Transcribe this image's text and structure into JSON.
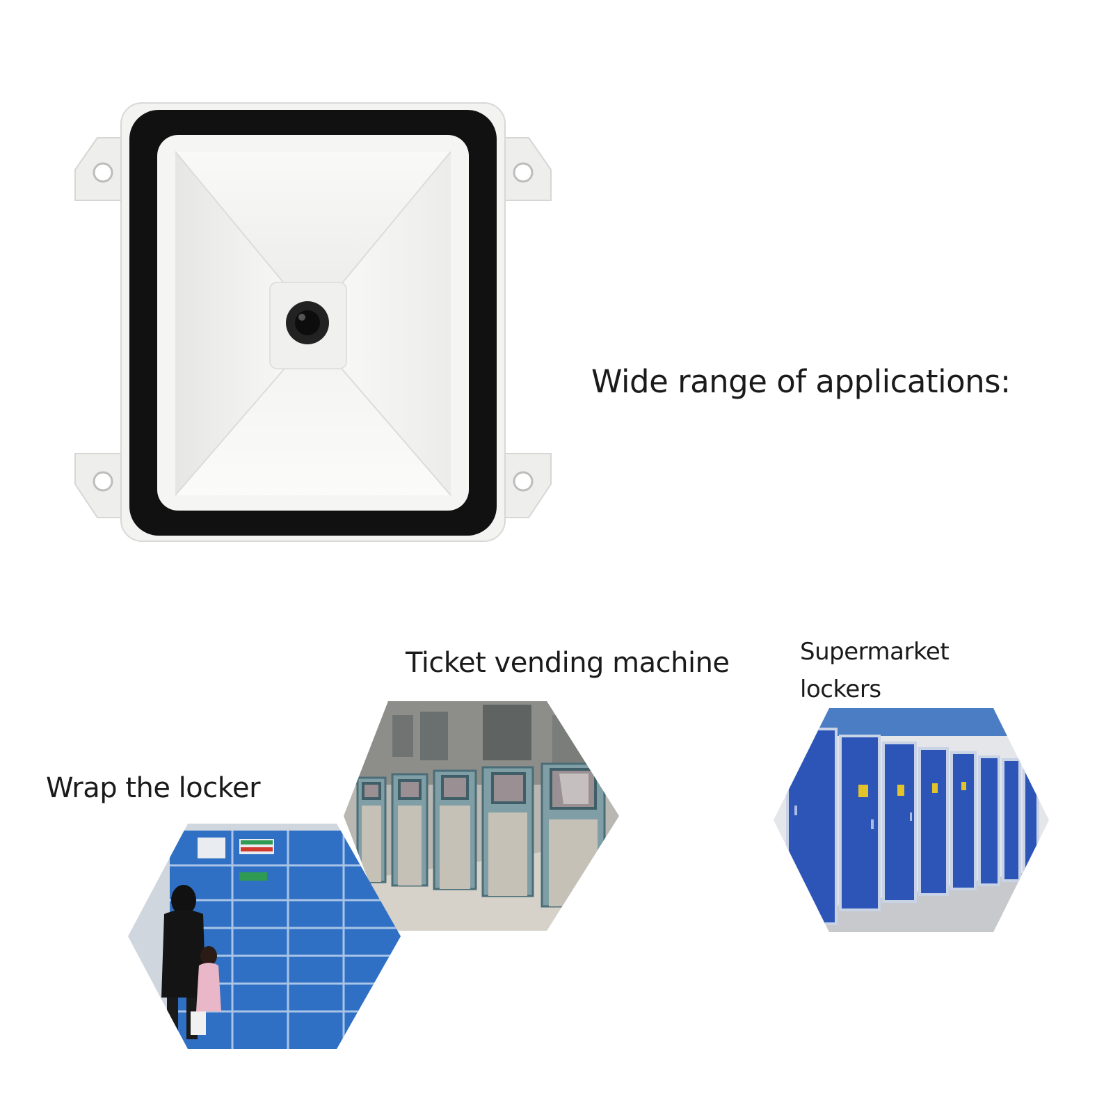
{
  "headline": "Wide range of applications:",
  "applications": [
    {
      "id": "ticket",
      "label": "Ticket vending machine"
    },
    {
      "id": "supermarket",
      "label_line1": "Supermarket",
      "label_line2": "lockers"
    },
    {
      "id": "wrap",
      "label": "Wrap the locker"
    }
  ],
  "colors": {
    "locker_blue": "#2d55b8",
    "scanner_body": "#f1f1ef",
    "scanner_bezel": "#111111",
    "kiosk_teal": "#4c7f8c"
  },
  "icons": {
    "product": "barcode-scanner-module",
    "ticket": "ticket-kiosk-photo",
    "supermarket": "locker-row-photo",
    "wrap": "parcel-locker-photo"
  }
}
